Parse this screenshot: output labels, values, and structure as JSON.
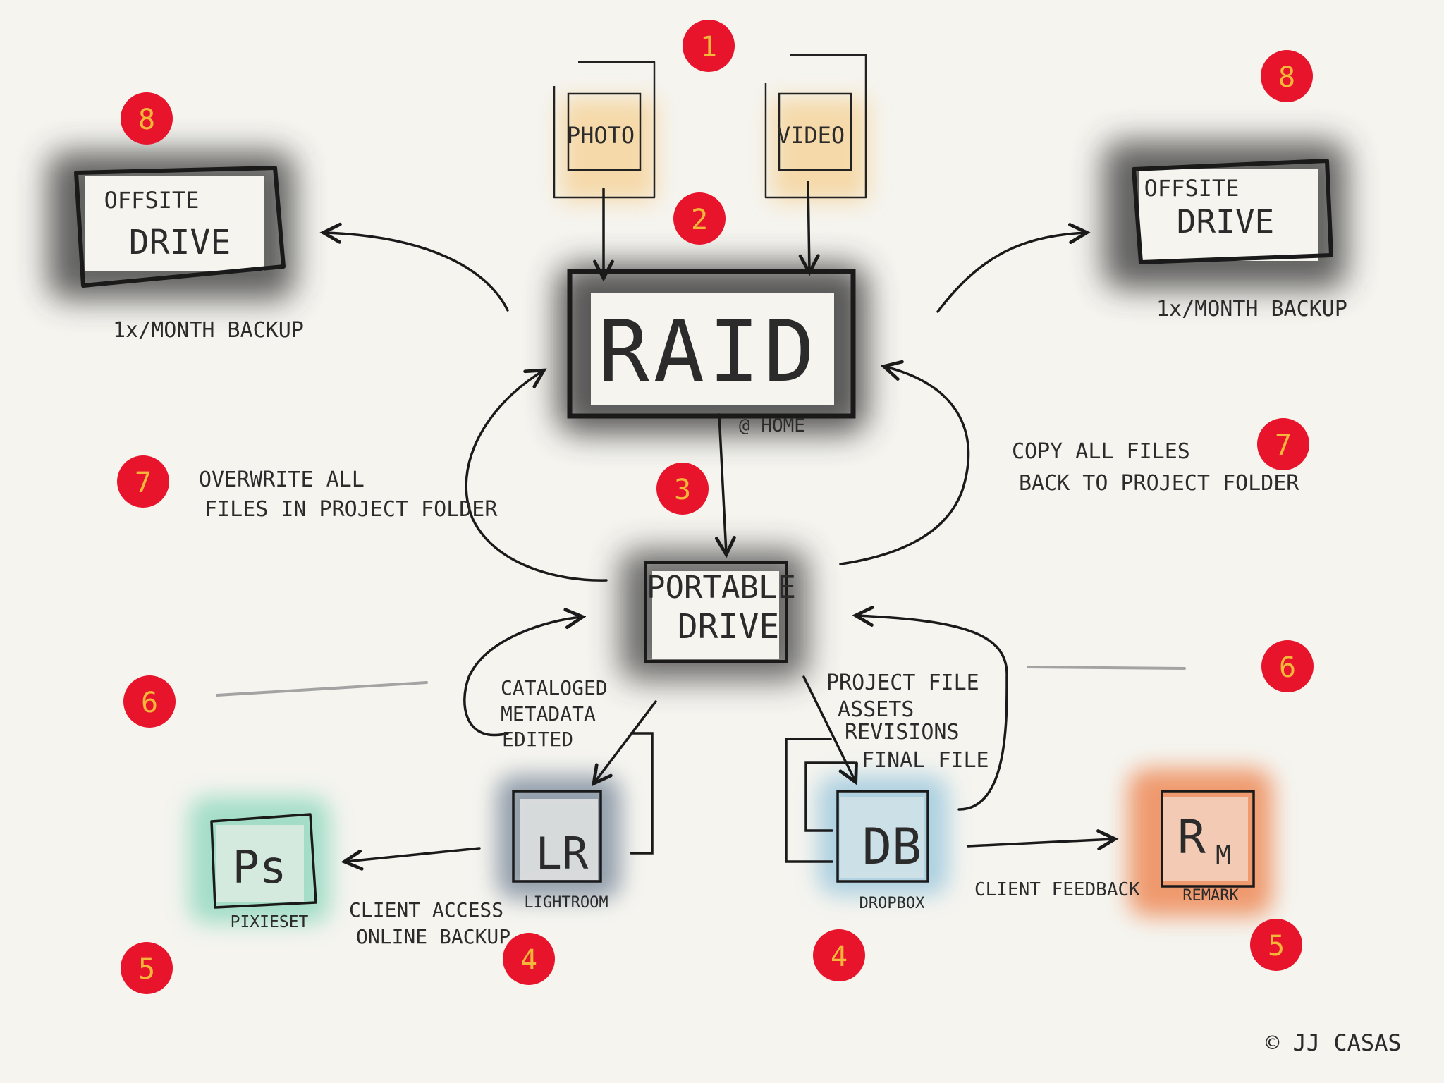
{
  "nodes": {
    "photo": "PHOTO",
    "video": "VIDEO",
    "raid": "RAID",
    "raid_sub": "@ HOME",
    "portable_l1": "PORTABLE",
    "portable_l2": "DRIVE",
    "offsite_left_l1": "OFFSITE",
    "offsite_left_l2": "DRIVE",
    "offsite_right_l1": "OFFSITE",
    "offsite_right_l2": "DRIVE",
    "lr": "LR",
    "lr_label": "LIGHTROOM",
    "db": "DB",
    "db_label": "DROPBOX",
    "ps": "Ps",
    "ps_label": "PIXIESET",
    "rm_r": "R",
    "rm_m": "M",
    "rm_label": "REMARK"
  },
  "labels": {
    "backup_left": "1x/MONTH BACKUP",
    "backup_right": "1x/MONTH BACKUP",
    "overwrite_l1": "OVERWRITE ALL",
    "overwrite_l2": "FILES IN PROJECT FOLDER",
    "copy_l1": "COPY ALL FILES",
    "copy_l2": "BACK TO PROJECT FOLDER",
    "cataloged_l1": "CATALOGED",
    "cataloged_l2": "METADATA",
    "cataloged_l3": "EDITED",
    "project_l1": "PROJECT FILE",
    "project_l2": "ASSETS",
    "project_l3": "REVISIONS",
    "project_l4": "FINAL FILE",
    "client_access_l1": "CLIENT ACCESS",
    "client_access_l2": "ONLINE BACKUP",
    "client_feedback": "CLIENT FEEDBACK",
    "credit": "© JJ CASAS"
  },
  "steps": {
    "s1": "1",
    "s2": "2",
    "s3": "3",
    "s4a": "4",
    "s4b": "4",
    "s5a": "5",
    "s5b": "5",
    "s6a": "6",
    "s6b": "6",
    "s7a": "7",
    "s7b": "7",
    "s8a": "8",
    "s8b": "8"
  },
  "colors": {
    "step_fill": "#e8142c",
    "step_text": "#f4b73a",
    "card": "#f5ce8c",
    "ps": "#9fdcc6",
    "lr": "#8d9aa8",
    "db": "#a9cfe0",
    "rm": "#ef9567",
    "ink": "#1a1a1a",
    "text": "#2b2b2b"
  }
}
